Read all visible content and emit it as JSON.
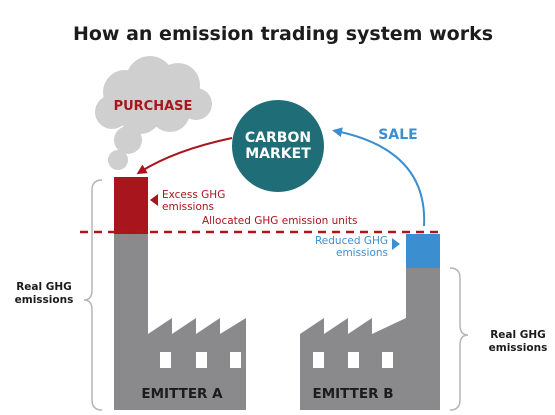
{
  "title": "How an emission trading system works",
  "market": {
    "line1": "CARBON",
    "line2": "MARKET"
  },
  "purchase_label": "PURCHASE",
  "sale_label": "SALE",
  "excess_label": {
    "line1": "Excess GHG",
    "line2": "emissions"
  },
  "allocated_label": "Allocated GHG emission units",
  "reduced_label": {
    "line1": "Reduced GHG",
    "line2": "emissions"
  },
  "real_left": {
    "line1": "Real GHG",
    "line2": "emissions"
  },
  "real_right": {
    "line1": "Real GHG",
    "line2": "emissions"
  },
  "emitter_a": "EMITTER A",
  "emitter_b": "EMITTER B",
  "colors": {
    "market": "#1f6e77",
    "excess": "#a8151d",
    "reduced": "#3b8fd0",
    "factory": "#8a8a8c",
    "smoke": "#cfcfcf",
    "dashed": "#b0141c"
  }
}
